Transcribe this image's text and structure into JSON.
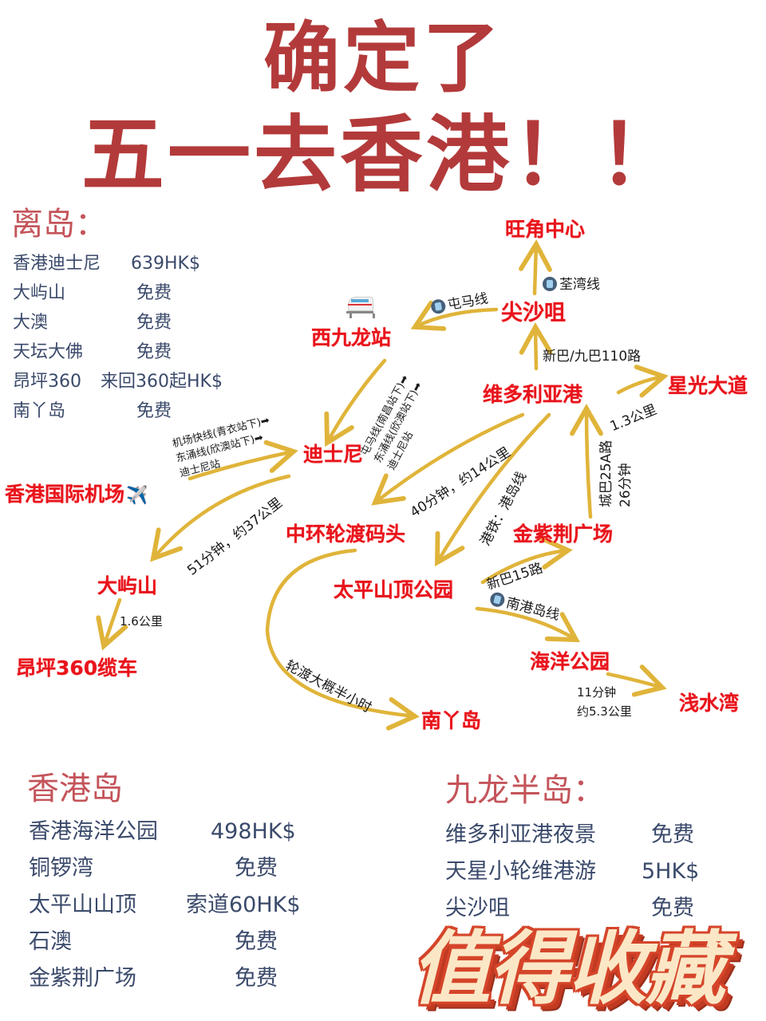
{
  "title": {
    "line1": "确定了",
    "line2": "五一去香港！！",
    "color": "#b33a3a"
  },
  "sections": {
    "outlying": {
      "heading": "离岛：",
      "items": [
        {
          "name": "香港迪士尼",
          "price": "639HK$"
        },
        {
          "name": "大屿山",
          "price": "免费"
        },
        {
          "name": "大澳",
          "price": "免费"
        },
        {
          "name": "天坛大佛",
          "price": "免费"
        },
        {
          "name": "昂坪360",
          "price": "来回360起HK$"
        },
        {
          "name": "南丫岛",
          "price": "免费"
        }
      ]
    },
    "hk_island": {
      "heading": "香港岛",
      "items": [
        {
          "name": "香港海洋公园",
          "price": "498HK$"
        },
        {
          "name": "铜锣湾",
          "price": "免费"
        },
        {
          "name": "太平山山顶",
          "price": "索道60HK$"
        },
        {
          "name": "石澳",
          "price": "免费"
        },
        {
          "name": "金紫荆广场",
          "price": "免费"
        }
      ]
    },
    "kowloon": {
      "heading": "九龙半岛：",
      "items": [
        {
          "name": "维多利亚港夜景",
          "price": "免费"
        },
        {
          "name": "天星小轮维港游",
          "price": "5HK$"
        },
        {
          "name": "尖沙咀",
          "price": "免费"
        }
      ]
    }
  },
  "map": {
    "nodes": {
      "mongkok": "旺角中心",
      "tst": "尖沙咀",
      "west_kowloon": "西九龙站",
      "victoria": "维多利亚港",
      "avenue_stars": "星光大道",
      "disney": "迪士尼",
      "airport": "香港国际机场",
      "central_pier": "中环轮渡码头",
      "golden_bauhinia": "金紫荆广场",
      "lantau": "大屿山",
      "peak": "太平山顶公园",
      "ngong_ping": "昂坪360缆车",
      "ocean_park": "海洋公园",
      "lamma": "南丫岛",
      "repulse_bay": "浅水湾"
    },
    "edges": {
      "tst_mongkok": "荃湾线",
      "tst_westkowloon": "屯马线",
      "victoria_tst": "新巴/九巴110路",
      "victoria_stars": "1.3公里",
      "airport_disney": [
        "机场快线(青衣站下)➡",
        "东涌线(欣澳站下)➡",
        "迪士尼站"
      ],
      "westkowloon_disney": [
        "屯马线(南昌站下)➡",
        "东涌线(欣澳站下)➡",
        "迪士尼站"
      ],
      "victoria_central": "40分钟，约14公里",
      "victoria_peak": "港铁：港岛线",
      "golden_victoria": [
        "城巴25A路",
        "26分钟"
      ],
      "disney_lantau": "51分钟，约37公里",
      "lantau_ngongping": "1.6公里",
      "peak_golden": "新巴15路",
      "peak_oceanpark": "南港岛线",
      "central_lamma": "轮渡大概半小时",
      "oceanpark_repulse": [
        "11分钟",
        "约5.3公里"
      ]
    },
    "icons": {
      "train": "train-icon",
      "plane": "✈️",
      "metro": "metro-icon"
    },
    "arrow_color": "#e0b43a",
    "node_color": "#e8141c"
  },
  "stamp": "值得收藏"
}
